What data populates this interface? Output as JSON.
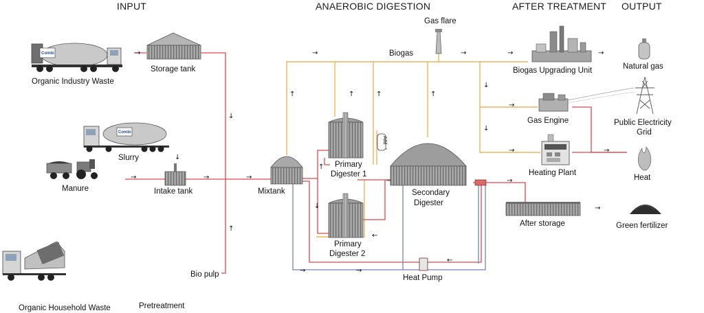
{
  "headers": {
    "input": "INPUT",
    "anaerobic": "ANAEROBIC DIGESTION",
    "after_treatment": "AFTER TREATMENT",
    "output": "OUTPUT"
  },
  "labels": {
    "organic_industry_waste": "Organic Industry Waste",
    "storage_tank": "Storage tank",
    "slurry": "Slurry",
    "manure": "Manure",
    "intake_tank": "Intake tank",
    "organic_household_waste": "Organic Household Waste",
    "pretreatment": "Pretreatment",
    "bio_pulp": "Bio pulp",
    "mixtank": "Mixtank",
    "primary_digester_1_line1": "Primary",
    "primary_digester_1_line2": "Digester 1",
    "primary_digester_2_line1": "Primary",
    "primary_digester_2_line2": "Digester 2",
    "secondary_digester_line1": "Secondary",
    "secondary_digester_line2": "Digester",
    "gas_flare": "Gas flare",
    "biogas": "Biogas",
    "heat_pump": "Heat Pump",
    "after_storage": "After storage",
    "biogas_upgrading_unit": "Biogas Upgrading Unit",
    "gas_engine": "Gas Engine",
    "heating_plant": "Heating Plant",
    "natural_gas": "Natural gas",
    "public_electricity_grid_line1": "Public Electricity",
    "public_electricity_grid_line2": "Grid",
    "heat": "Heat",
    "green_fertilizer": "Green fertilizer",
    "add_tag": "Add",
    "truck_brand": "Combi"
  },
  "colors": {
    "gas_pipe": "#f2b35a",
    "substrate_pipe": "#e2474a",
    "return_pipe": "#7484b4",
    "equipment": "#9a9a9a"
  }
}
